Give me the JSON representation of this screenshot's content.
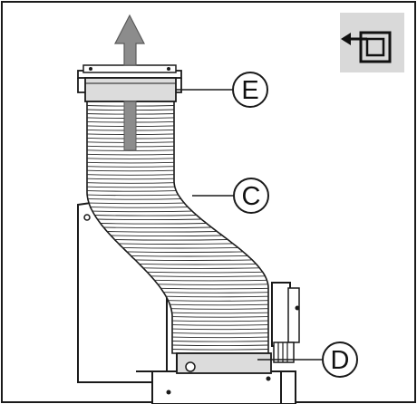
{
  "diagram": {
    "callouts": [
      {
        "id": "E",
        "label": "E"
      },
      {
        "id": "C",
        "label": "C"
      },
      {
        "id": "D",
        "label": "D"
      }
    ],
    "indicator_icon": "exhaust-direction-icon",
    "arrow_icon": "airflow-up-arrow-icon",
    "colors": {
      "line": "#1a1a1a",
      "arrow_fill": "#8c8c8c",
      "arrow_stroke": "#5a5a5a",
      "collar_fill": "#dcdcdc",
      "icon_bg": "#d9d9d9",
      "page_bg": "#ffffff"
    }
  }
}
